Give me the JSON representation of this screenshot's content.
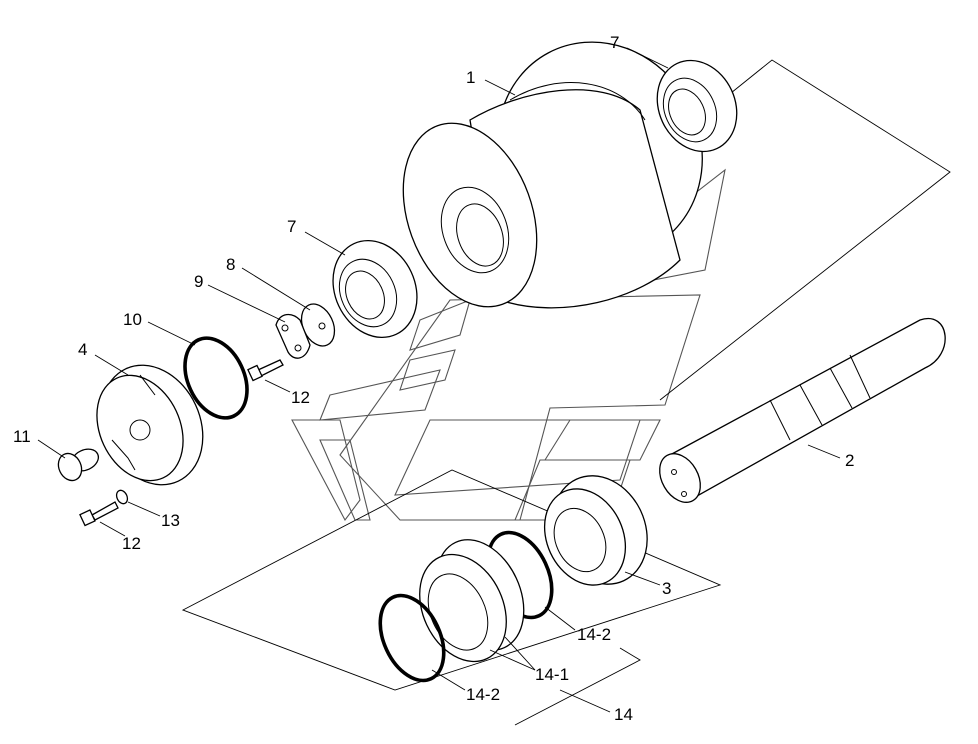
{
  "figure": {
    "callouts": [
      {
        "id": "1",
        "label": "1"
      },
      {
        "id": "7a",
        "label": "7"
      },
      {
        "id": "7b",
        "label": "7"
      },
      {
        "id": "8",
        "label": "8"
      },
      {
        "id": "9",
        "label": "9"
      },
      {
        "id": "10",
        "label": "10"
      },
      {
        "id": "4",
        "label": "4"
      },
      {
        "id": "11",
        "label": "11"
      },
      {
        "id": "12a",
        "label": "12"
      },
      {
        "id": "12b",
        "label": "12"
      },
      {
        "id": "13",
        "label": "13"
      },
      {
        "id": "2",
        "label": "2"
      },
      {
        "id": "3",
        "label": "3"
      },
      {
        "id": "14-2a",
        "label": "14-2"
      },
      {
        "id": "14-1",
        "label": "14-1"
      },
      {
        "id": "14-2b",
        "label": "14-2"
      },
      {
        "id": "14",
        "label": "14"
      }
    ]
  }
}
